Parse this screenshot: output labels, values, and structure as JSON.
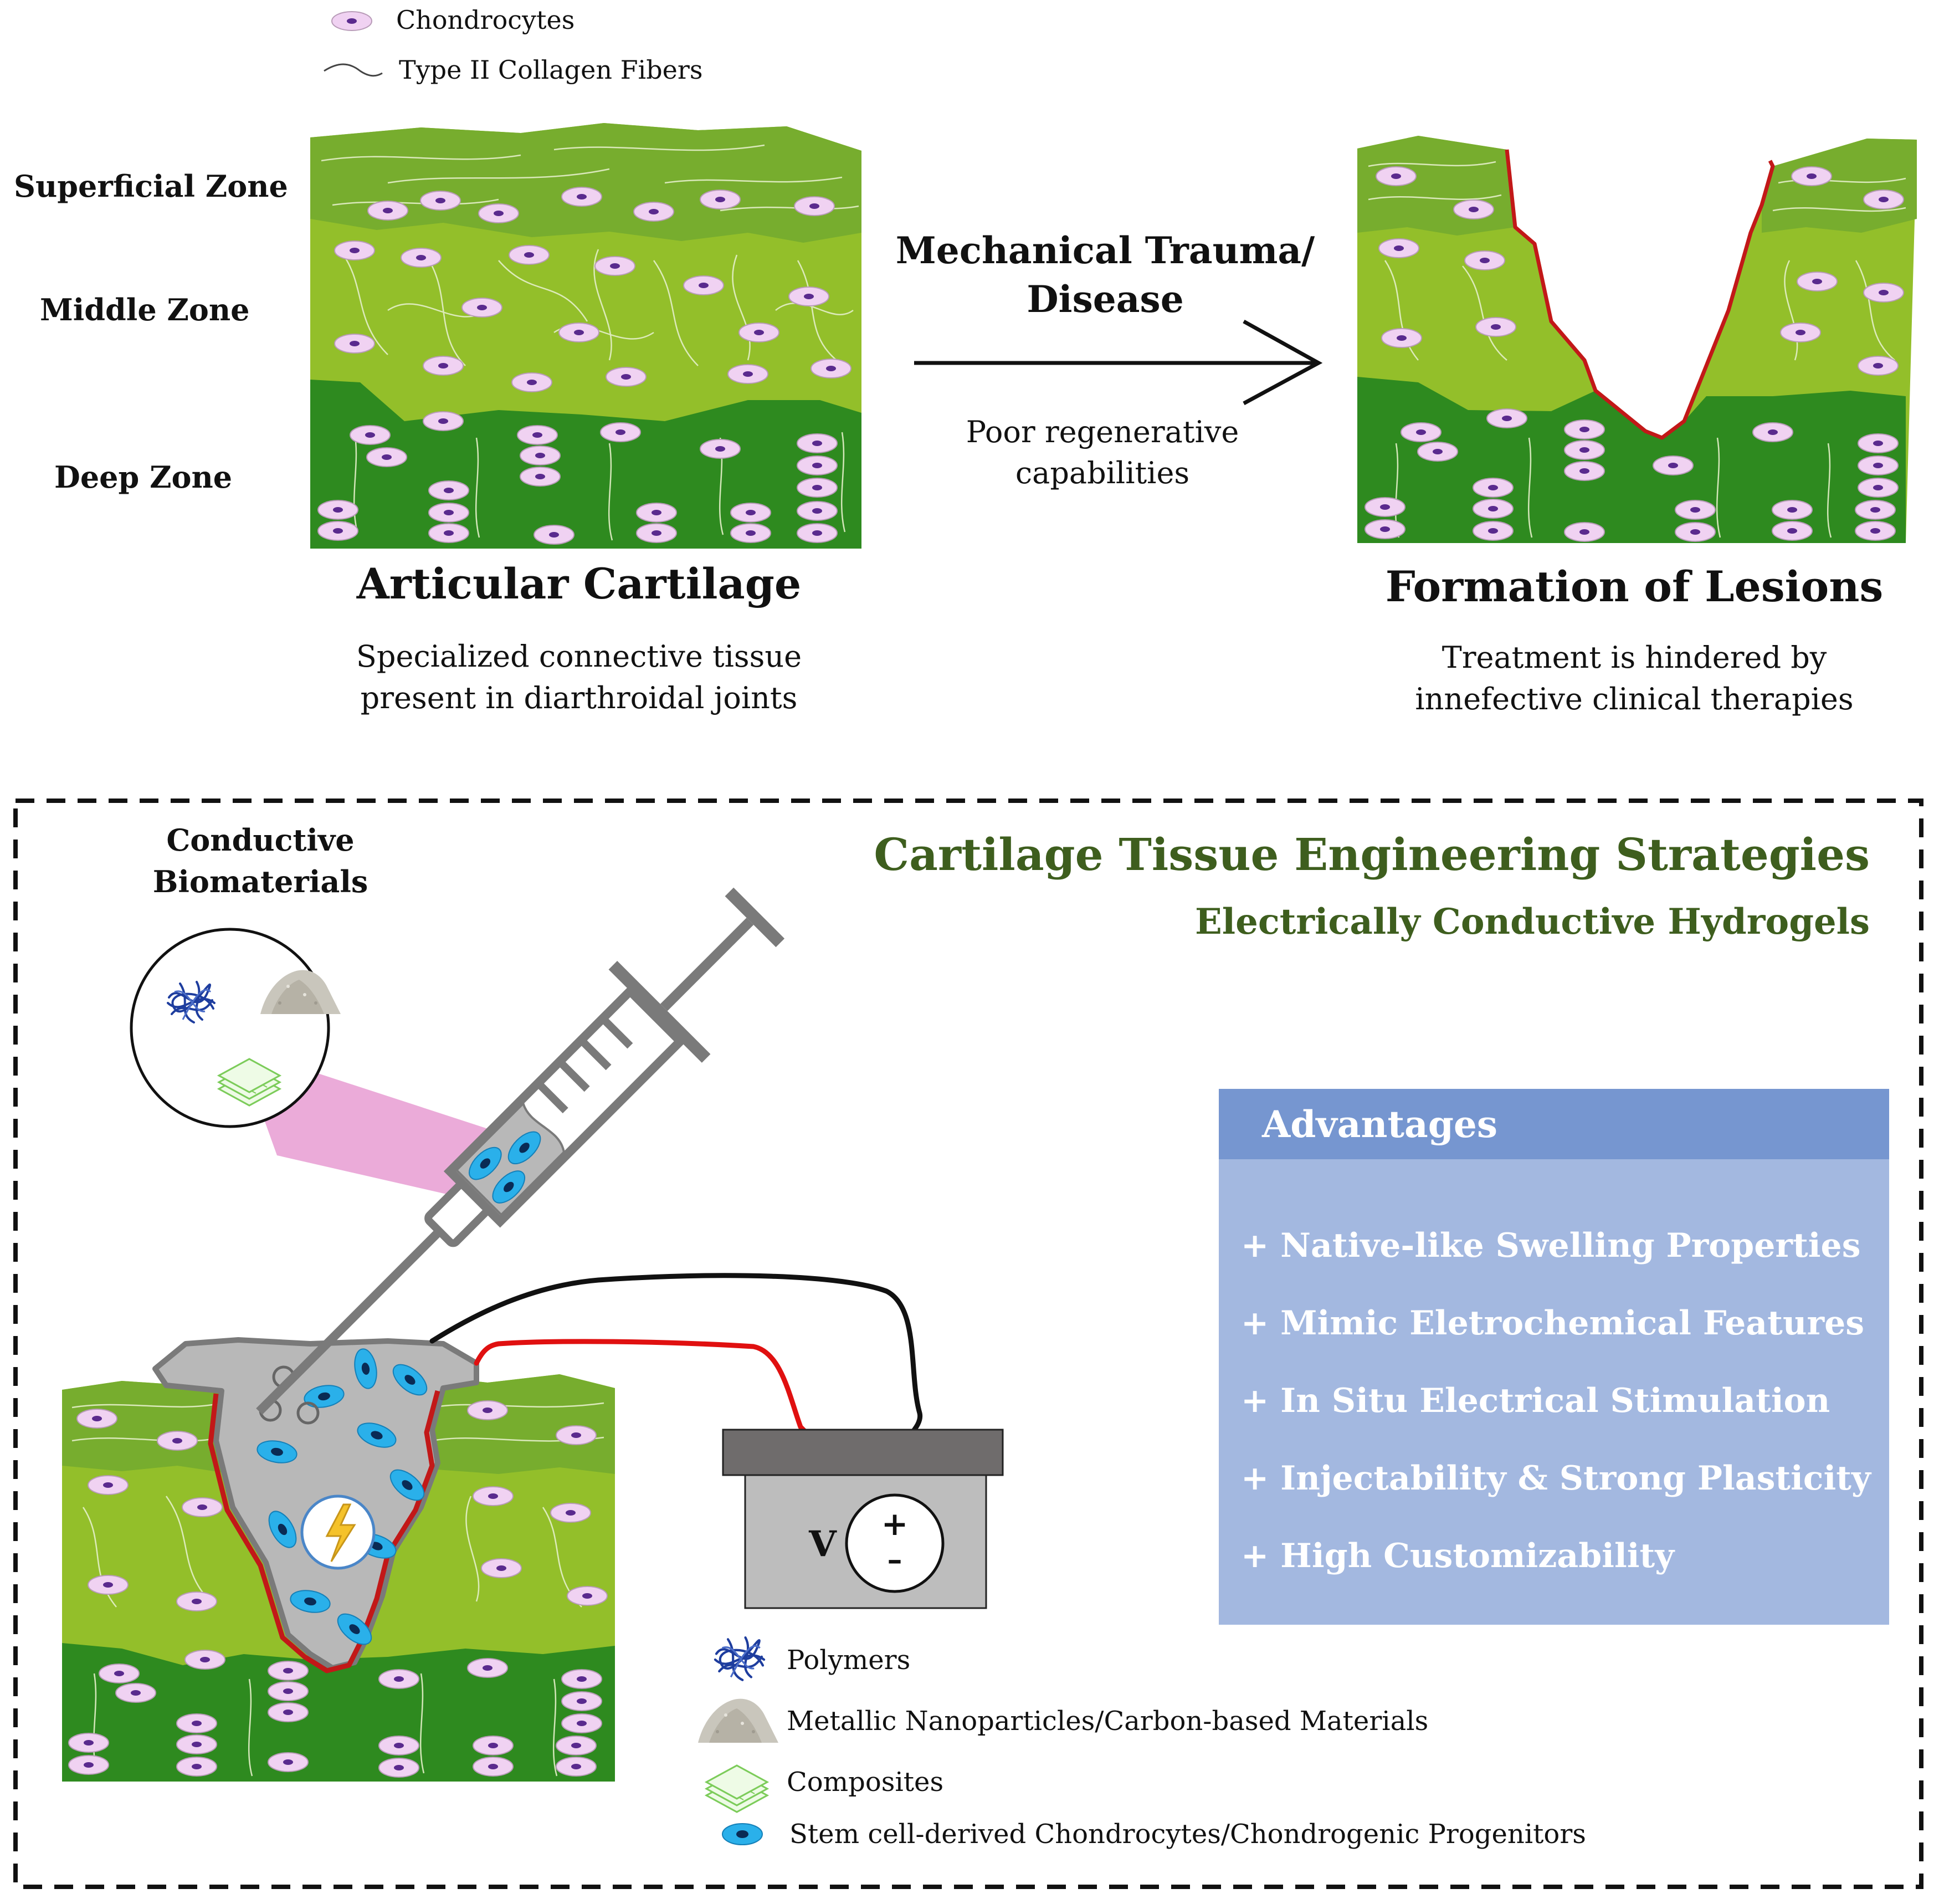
{
  "legend_top": {
    "chondrocytes": "Chondrocytes",
    "collagen": "Type II Collagen Fibers"
  },
  "zones": {
    "superficial": "Superficial Zone",
    "middle": "Middle Zone",
    "deep": "Deep Zone"
  },
  "articular": {
    "title": "Articular Cartilage",
    "desc_line1": "Specialized connective tissue",
    "desc_line2": "present in diarthroidal joints"
  },
  "arrow": {
    "label_line1": "Mechanical Trauma/",
    "label_line2": "Disease",
    "sub_line1": "Poor regenerative",
    "sub_line2": "capabilities"
  },
  "lesion": {
    "title": "Formation of Lesions",
    "desc_line1": "Treatment is hindered by",
    "desc_line2": "innefective clinical therapies"
  },
  "strategies": {
    "title": "Cartilage Tissue Engineering Strategies",
    "subtitle": "Electrically Conductive Hydrogels",
    "conductive_line1": "Conductive",
    "conductive_line2": "Biomaterials",
    "battery_label": "V",
    "plus": "+",
    "minus": "–"
  },
  "advantages": {
    "header": "Advantages",
    "items": [
      "+ Native-like Swelling Properties",
      "+ Mimic Eletrochemical Features",
      "+ In Situ Electrical Stimulation",
      "+ Injectability & Strong Plasticity",
      "+ High Customizability"
    ]
  },
  "legend_bottom": {
    "polymers": "Polymers",
    "metallic": "Metallic Nanoparticles/Carbon-based Materials",
    "composites": "Composites",
    "stem": "Stem cell-derived Chondrocytes/Chondrogenic Progenitors"
  },
  "colors": {
    "superficial": "#77ad2e",
    "middle": "#93bf2a",
    "deep": "#2e8a1f",
    "cell_fill": "#f0d2f2",
    "cell_nucleus": "#5a2a8e",
    "lesion_edge": "#c21818",
    "title_green": "#3e5e1e",
    "adv_header": "#7696d0",
    "adv_body": "#a3b8e0",
    "hydrogel": "#b8b8b8",
    "stem_cell": "#2ab0ea"
  }
}
